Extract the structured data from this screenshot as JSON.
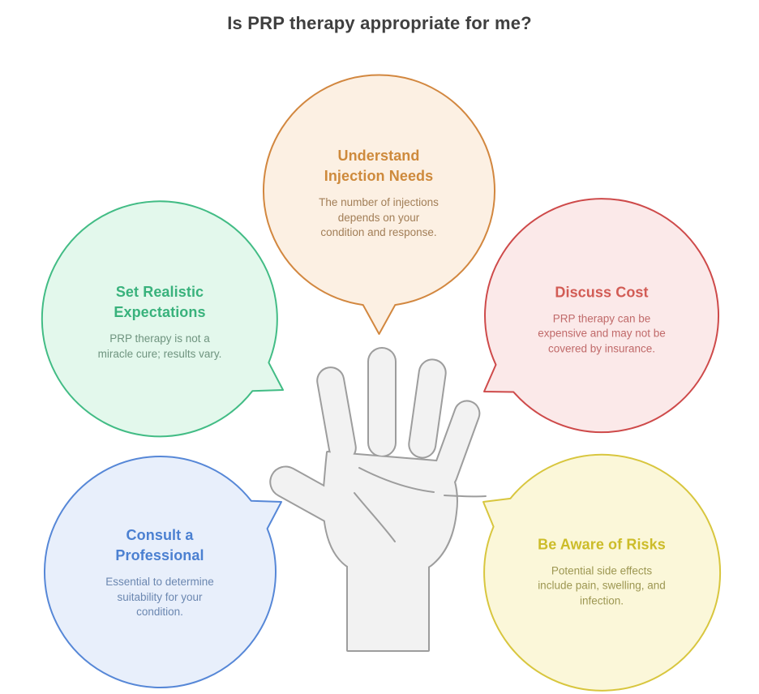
{
  "title": "Is PRP therapy appropriate for me?",
  "bubbles": [
    {
      "id": "understand-injection-needs",
      "title": "Understand Injection Needs",
      "body": "The number of injections depends on your condition and response.",
      "colors": {
        "border": "#d2873f",
        "bg": "#fcf0e3",
        "title": "#ce8a3c",
        "body": "#a27e57"
      }
    },
    {
      "id": "set-realistic-expectations",
      "title": "Set Realistic Expectations",
      "body": "PRP therapy is not a miracle cure; results vary.",
      "colors": {
        "border": "#42bc85",
        "bg": "#e3f8ec",
        "title": "#39b27c",
        "body": "#6f947f"
      }
    },
    {
      "id": "discuss-cost",
      "title": "Discuss Cost",
      "body": "PRP therapy can be expensive and may not be covered by insurance.",
      "colors": {
        "border": "#ce4a4a",
        "bg": "#fbe9e9",
        "title": "#d25c55",
        "body": "#c06a6a"
      }
    },
    {
      "id": "consult-a-professional",
      "title": "Consult a Professional",
      "body": "Essential to determine suitability for your condition.",
      "colors": {
        "border": "#5687d7",
        "bg": "#e8effb",
        "title": "#4b80d1",
        "body": "#6b87b0"
      }
    },
    {
      "id": "be-aware-of-risks",
      "title": "Be Aware of Risks",
      "body": "Potential side effects include pain, swelling, and infection.",
      "colors": {
        "border": "#d8c63e",
        "bg": "#fbf7d9",
        "title": "#ccbc29",
        "body": "#9d9752"
      }
    }
  ],
  "center_icon": {
    "name": "open-hand",
    "fill": "#f2f2f2",
    "stroke": "#9d9d9d"
  }
}
